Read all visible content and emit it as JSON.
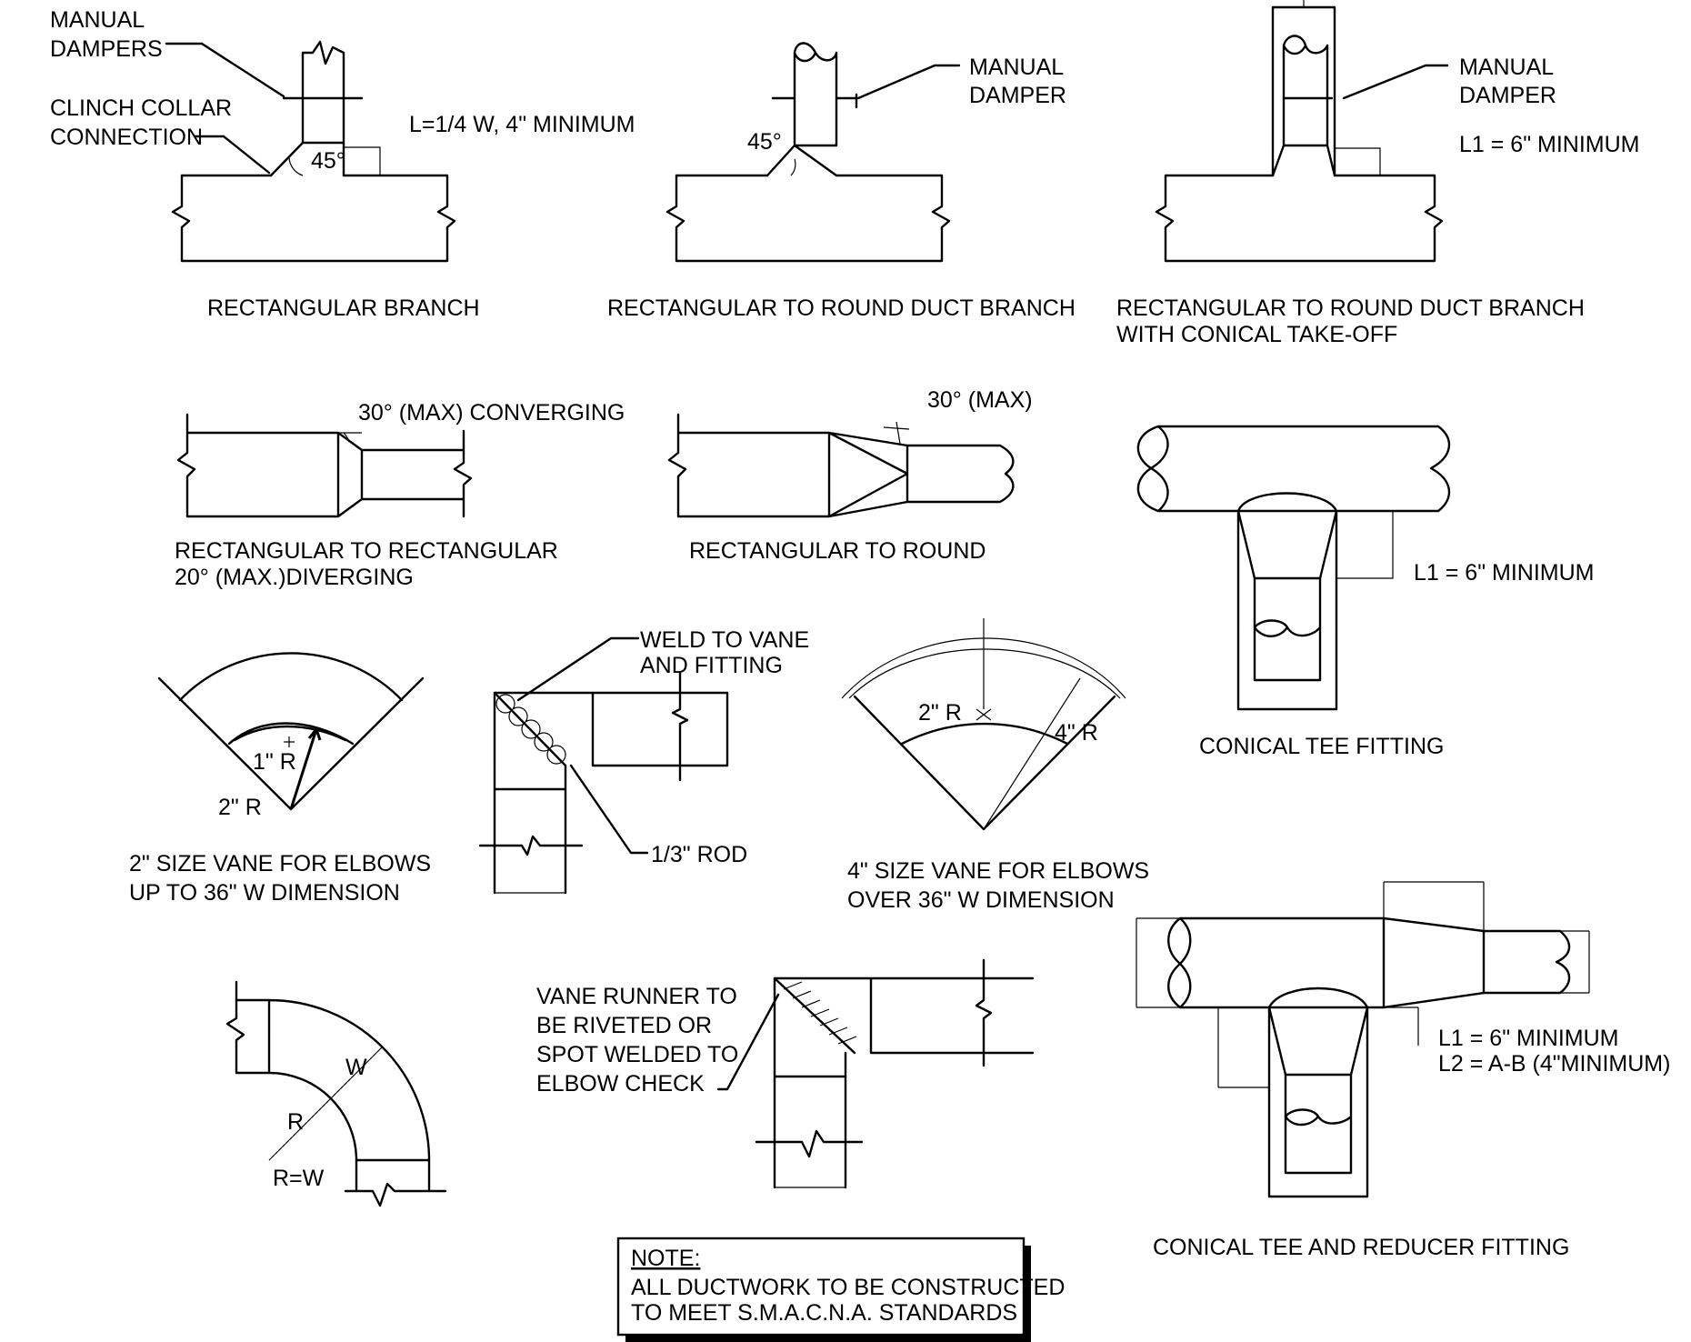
{
  "fitting_1": {
    "callout_dampers_1": "MANUAL",
    "callout_dampers_2": "DAMPERS",
    "callout_collar_1": "CLINCH COLLAR",
    "callout_collar_2": "CONNECTION",
    "angle": "45°",
    "dimension_note": "L=1/4 W, 4\" MINIMUM",
    "caption": "RECTANGULAR BRANCH"
  },
  "fitting_2": {
    "callout_1": "MANUAL",
    "callout_2": "DAMPER",
    "angle": "45°",
    "caption": "RECTANGULAR TO ROUND DUCT BRANCH"
  },
  "fitting_3": {
    "callout_1": "MANUAL",
    "callout_2": "DAMPER",
    "dimension_note": "L1 = 6\" MINIMUM",
    "caption_1": "RECTANGULAR TO ROUND DUCT BRANCH",
    "caption_2": "WITH CONICAL TAKE-OFF"
  },
  "fitting_4": {
    "angle_note": "30° (MAX) CONVERGING",
    "caption_1": "RECTANGULAR TO RECTANGULAR",
    "caption_2": "20° (MAX.)DIVERGING"
  },
  "fitting_5": {
    "angle_note": "30° (MAX)",
    "caption": "RECTANGULAR TO ROUND"
  },
  "fitting_6": {
    "dimension_note": "L1 = 6\" MINIMUM",
    "caption": "CONICAL TEE FITTING"
  },
  "vane_2in": {
    "inner_radius": "1\" R",
    "outer_radius": "2\" R",
    "caption_1": "2\" SIZE VANE FOR ELBOWS",
    "caption_2": "UP TO 36\" W DIMENSION"
  },
  "vane_elbow_weld": {
    "callout_weld_1": "WELD TO VANE",
    "callout_weld_2": "AND FITTING",
    "callout_rod": "1/3\" ROD"
  },
  "vane_4in": {
    "radius_2": "2\" R",
    "radius_4": "4\" R",
    "caption_1": "4\" SIZE VANE FOR ELBOWS",
    "caption_2": "OVER 36\" W DIMENSION"
  },
  "radius_elbow": {
    "label_w": "W",
    "label_r": "R",
    "rule": "R=W"
  },
  "vane_runner": {
    "callout_1": "VANE RUNNER TO",
    "callout_2": "BE RIVETED OR",
    "callout_3": "SPOT WELDED TO",
    "callout_4": "ELBOW CHECK"
  },
  "reducer_tee": {
    "note_1": "L1 = 6\" MINIMUM",
    "note_2": "L2 = A-B (4\"MINIMUM)",
    "caption": "CONICAL TEE AND REDUCER FITTING"
  },
  "general_note": {
    "heading": "NOTE:",
    "line_1": "ALL DUCTWORK TO BE CONSTRUCTED",
    "line_2": "TO MEET S.M.A.C.N.A. STANDARDS"
  }
}
